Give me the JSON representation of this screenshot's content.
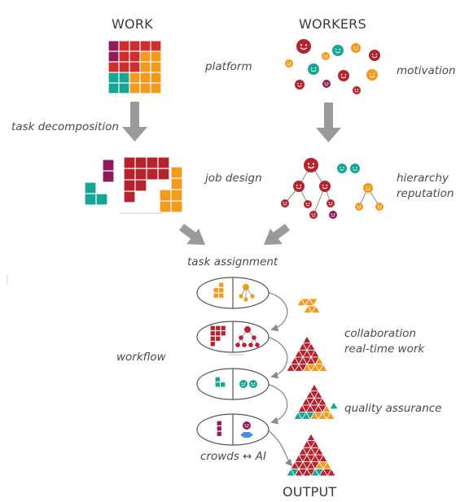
{
  "headers": {
    "work": "WORK",
    "workers": "WORKERS",
    "output": "OUTPUT"
  },
  "labels": {
    "platform": "platform",
    "motivation": "motivation",
    "task_decomposition": "task decomposition",
    "job_design": "job design",
    "hierarchy": "hierarchy",
    "reputation": "reputation",
    "task_assignment": "task assignment",
    "workflow": "workflow",
    "collaboration": "collaboration",
    "real_time_work": "real-time work",
    "quality_assurance": "quality assurance",
    "crowds_ai": "crowds ↔ AI"
  },
  "colors": {
    "crimson": "#b5232e",
    "red": "#cf2e2e",
    "orange": "#f39a1e",
    "teal": "#17a596",
    "purple": "#8e1b5a",
    "blue": "#4a8fd6",
    "arrow": "#9a9a9a",
    "line": "#888888"
  }
}
